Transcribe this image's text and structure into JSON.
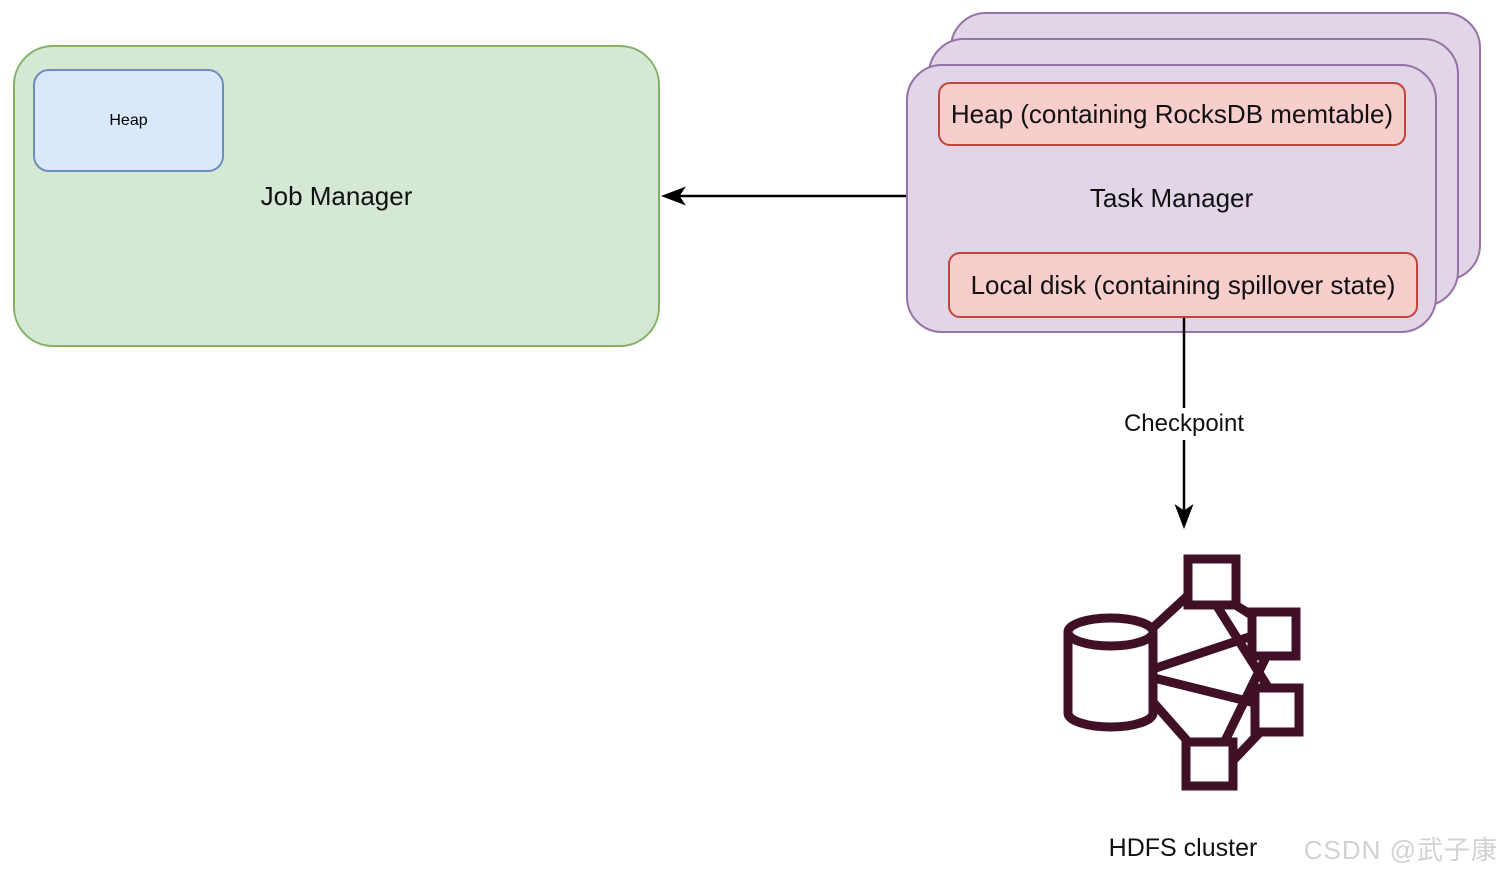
{
  "job_manager": {
    "label": "Job Manager",
    "heap": "Heap"
  },
  "task_manager": {
    "label": "Task Manager",
    "heap": "Heap (containing RocksDB memtable)",
    "local_disk": "Local disk (containing spillover state)",
    "stack_layers": 3
  },
  "edges": {
    "task_to_job": {
      "from": "Task Manager",
      "to": "Job Manager",
      "label": ""
    },
    "checkpoint": {
      "from": "Local disk (containing spillover state)",
      "to": "HDFS cluster",
      "label": "Checkpoint"
    }
  },
  "hdfs": {
    "label": "HDFS cluster",
    "icon": "database-network-cluster-icon"
  },
  "watermark": "CSDN @武子康",
  "colors": {
    "job_manager_fill": "#d5e8d4",
    "job_manager_stroke": "#82b366",
    "heap_fill": "#dae8fc",
    "heap_stroke": "#6c8ebf",
    "task_manager_fill": "#e1d5e7",
    "task_manager_stroke": "#9673a6",
    "inner_box_fill": "#f8cecc",
    "inner_box_stroke": "#c0453a",
    "hdfs_icon": "#401027",
    "arrow": "#000000",
    "watermark_text": "#d2d2d2",
    "background": "#ffffff"
  }
}
